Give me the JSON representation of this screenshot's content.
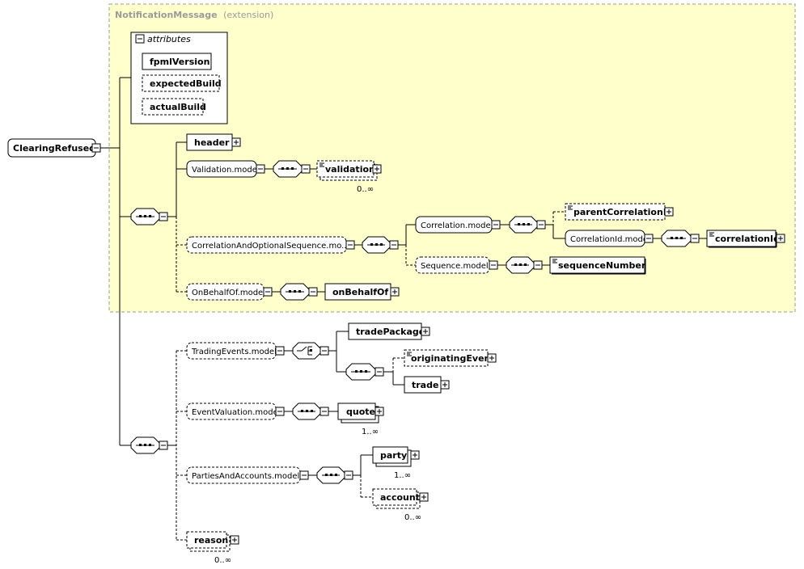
{
  "extension": {
    "title": "NotificationMessage",
    "subtitle": "(extension)"
  },
  "root": {
    "label": "ClearingRefused"
  },
  "attributes": {
    "title": "attributes",
    "items": [
      "fpmlVersion",
      "expectedBuild",
      "actualBuild"
    ]
  },
  "elements": {
    "header": "header",
    "validation_model": "Validation.model",
    "validation": "validation",
    "validation_occ": "0..∞",
    "correlation_and_optional_sequence_model": "CorrelationAndOptionalSequence.mo...",
    "correlation_model": "Correlation.model",
    "parent_correlation_id": "parentCorrelationId",
    "correlation_id_model": "CorrelationId.model",
    "correlation_id": "correlationId",
    "sequence_model": "Sequence.model",
    "sequence_number": "sequenceNumber",
    "on_behalf_of_model": "OnBehalfOf.model",
    "on_behalf_of": "onBehalfOf",
    "trading_events_model": "TradingEvents.model",
    "trade_package": "tradePackage",
    "originating_event": "originatingEvent",
    "trade": "trade",
    "event_valuation_model": "EventValuation.model",
    "quote": "quote",
    "quote_occ": "1..∞",
    "parties_and_accounts_model": "PartiesAndAccounts.model",
    "party": "party",
    "party_occ": "1..∞",
    "account": "account",
    "account_occ": "0..∞",
    "reason": "reason",
    "reason_occ": "0..∞"
  },
  "colors": {
    "extension_fill": "#ffffcc",
    "extension_border": "#9a9a9a",
    "node_fill": "#ffffff",
    "stroke": "#000000"
  }
}
